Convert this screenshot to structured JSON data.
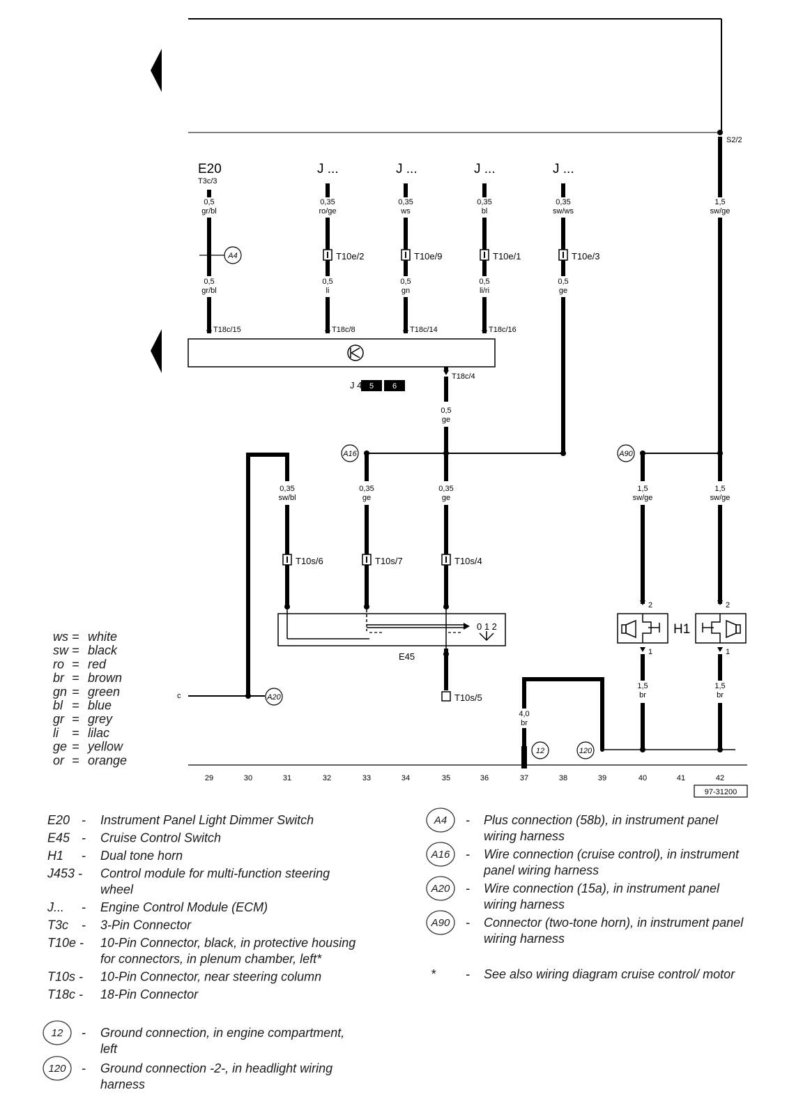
{
  "wires": {
    "e20": {
      "comp": "E20",
      "sub": "T3c/3",
      "gauge_top": "0,5",
      "color_top": "gr/bl",
      "gauge_bot": "0,5",
      "color_bot": "gr/bl",
      "pin": "T18c/15"
    },
    "j1": {
      "comp": "J ...",
      "gauge_top": "0,35",
      "color_top": "ro/ge",
      "conn": "T10e/2",
      "gauge_bot": "0,5",
      "color_bot": "li",
      "pin": "T18c/8"
    },
    "j2": {
      "comp": "J ...",
      "gauge_top": "0,35",
      "color_top": "ws",
      "conn": "T10e/9",
      "gauge_bot": "0,5",
      "color_bot": "gn",
      "pin": "T18c/14"
    },
    "j3": {
      "comp": "J ...",
      "gauge_top": "0,35",
      "color_top": "bl",
      "conn": "T10e/1",
      "gauge_bot": "0,5",
      "color_bot": "li/ri",
      "pin": "T18c/16"
    },
    "j4": {
      "comp": "J ...",
      "gauge_top": "0,35",
      "color_top": "sw/ws",
      "conn": "T10e/3",
      "gauge_bot": "0,5",
      "color_bot": "ge"
    },
    "s22": {
      "label": "S2/2",
      "gauge": "1,5",
      "color": "sw/ge"
    },
    "j453": {
      "label": "J 453",
      "box1": "5",
      "box2": "6",
      "pin": "T18c/4",
      "gauge": "0,5",
      "color": "ge"
    },
    "w31": {
      "gauge": "0,35",
      "color": "sw/bl",
      "conn": "T10s/6"
    },
    "w33": {
      "gauge": "0,35",
      "color": "ge",
      "conn": "T10s/7"
    },
    "w35": {
      "gauge": "0,35",
      "color": "ge",
      "conn": "T10s/4"
    },
    "e45": {
      "label": "E45",
      "positions": "0 1 2",
      "conn_below": "T10s/5"
    },
    "w40": {
      "gauge_top": "1,5",
      "color_top": "sw/ge",
      "pin_top": "2",
      "pin_bot": "1",
      "gauge_bot": "1,5",
      "color_bot": "br"
    },
    "w42": {
      "gauge_top": "1,5",
      "color_top": "sw/ge",
      "pin_top": "2",
      "pin_bot": "1",
      "gauge_bot": "1,5",
      "color_bot": "br"
    },
    "h1": {
      "label": "H1"
    },
    "w37": {
      "gauge": "4,0",
      "color": "br"
    },
    "c_label": "c"
  },
  "connections": {
    "a4": "A4",
    "a16": "A16",
    "a20": "A20",
    "a90": "A90",
    "g12": "12",
    "g120": "120"
  },
  "track_numbers": [
    "29",
    "30",
    "31",
    "32",
    "33",
    "34",
    "35",
    "36",
    "37",
    "38",
    "39",
    "40",
    "41",
    "42"
  ],
  "ref_code": "97-31200",
  "color_key": [
    {
      "code": "ws",
      "eq": "=",
      "name": "white"
    },
    {
      "code": "sw",
      "eq": "=",
      "name": "black"
    },
    {
      "code": "ro",
      "eq": "=",
      "name": "red"
    },
    {
      "code": "br",
      "eq": "=",
      "name": "brown"
    },
    {
      "code": "gn",
      "eq": "=",
      "name": "green"
    },
    {
      "code": "bl",
      "eq": "=",
      "name": "blue"
    },
    {
      "code": "gr",
      "eq": "=",
      "name": "grey"
    },
    {
      "code": "li",
      "eq": "=",
      "name": "lilac"
    },
    {
      "code": "ge",
      "eq": "=",
      "name": "yellow"
    },
    {
      "code": "or",
      "eq": "=",
      "name": "orange"
    }
  ],
  "legend_left": [
    {
      "code": "E20",
      "dash": "-",
      "lines": [
        "Instrument Panel Light Dimmer Switch"
      ]
    },
    {
      "code": "E45",
      "dash": "-",
      "lines": [
        "Cruise Control Switch"
      ]
    },
    {
      "code": "H1",
      "dash": "-",
      "lines": [
        "Dual tone horn"
      ]
    },
    {
      "code": "J453 -",
      "dash": "",
      "lines": [
        "Control module for multi-function steering",
        "wheel"
      ]
    },
    {
      "code": "J...",
      "dash": "-",
      "lines": [
        "Engine Control Module (ECM)"
      ]
    },
    {
      "code": "T3c",
      "dash": "-",
      "lines": [
        "3-Pin Connector"
      ]
    },
    {
      "code": "T10e -",
      "dash": "",
      "lines": [
        "10-Pin Connector, black, in protective housing",
        "for connectors, in plenum chamber, left*"
      ]
    },
    {
      "code": "T10s -",
      "dash": "",
      "lines": [
        "10-Pin Connector, near steering column"
      ]
    },
    {
      "code": "T18c -",
      "dash": "",
      "lines": [
        "18-Pin Connector"
      ]
    }
  ],
  "legend_ground": [
    {
      "code": "12",
      "dash": "-",
      "lines": [
        "Ground connection, in engine compartment,",
        "left"
      ]
    },
    {
      "code": "120",
      "dash": "-",
      "lines": [
        "Ground connection -2-, in headlight wiring",
        "harness"
      ]
    }
  ],
  "legend_right": [
    {
      "code": "A4",
      "dash": "-",
      "lines": [
        "Plus connection (58b), in instrument panel",
        "wiring harness"
      ]
    },
    {
      "code": "A16",
      "dash": "-",
      "lines": [
        "Wire connection (cruise control), in instrument",
        "panel wiring harness"
      ]
    },
    {
      "code": "A20",
      "dash": "-",
      "lines": [
        "Wire connection (15a), in instrument panel",
        "wiring harness"
      ]
    },
    {
      "code": "A90",
      "dash": "-",
      "lines": [
        "Connector (two-tone horn), in instrument panel",
        "wiring harness"
      ]
    }
  ],
  "footnote": {
    "mark": "*",
    "dash": "-",
    "text": "See also wiring diagram cruise control/ motor"
  }
}
